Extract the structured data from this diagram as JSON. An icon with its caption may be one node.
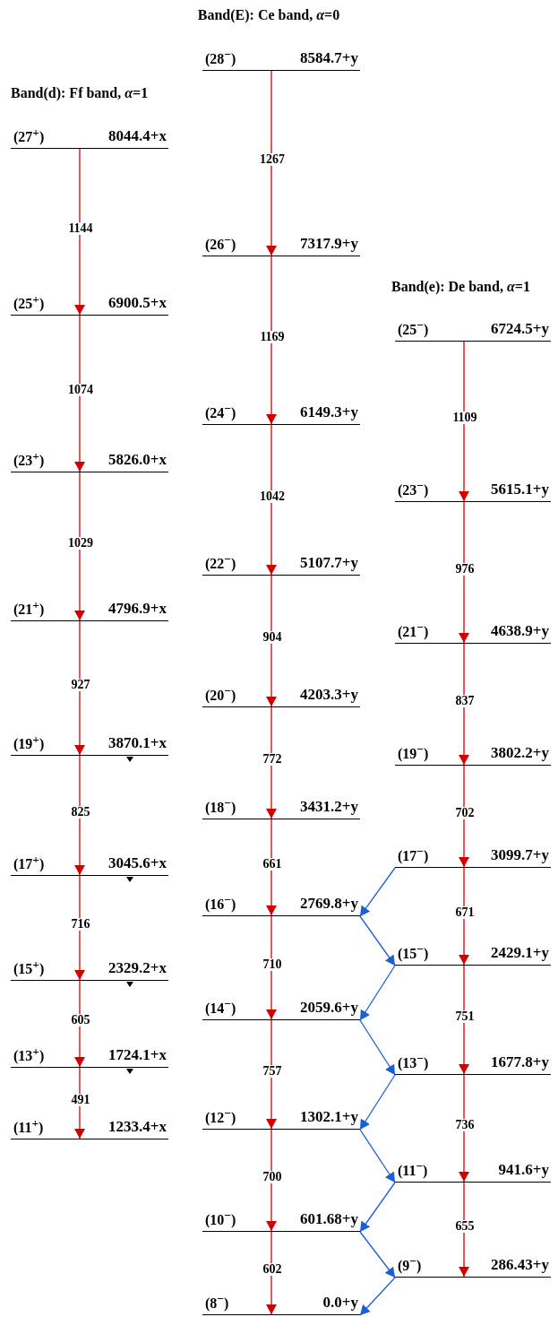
{
  "diagram": {
    "nodes": [
      {
        "text": [
          "(27$^{+}$)",
          "8044.4+x"
        ]
      },
      {
        "text": [
          "(25$^{+}$)",
          "6900.5+x"
        ]
      },
      {
        "text": [
          "(23$^{+}$)",
          "5826.0+x"
        ]
      },
      {
        "text": [
          "(21$^{+}$)",
          "4796.9+x"
        ]
      },
      {
        "text": [
          "(19$^{+}$)",
          "3870.1+x"
        ]
      },
      {
        "text": [
          "(17$^{+}$)",
          "3045.6+x"
        ]
      },
      {
        "text": [
          "(15$^{+}$)",
          "2329.2+x"
        ]
      },
      {
        "text": [
          "(13$^{+}$)",
          "1724.1+x"
        ]
      },
      {
        "text": [
          "(11$^{+}$)",
          "1233.4+x"
        ]
      },
      {
        "text": [
          "(28$^{−}$)",
          "8584.7+y"
        ]
      },
      {
        "text": [
          "(26$^{−}$)",
          "7317.9+y"
        ]
      },
      {
        "text": [
          "(24$^{−}$)",
          "6149.3+y"
        ]
      },
      {
        "text": [
          "(22$^{−}$)",
          "5107.7+y"
        ]
      },
      {
        "text": [
          "(20$^{−}$)",
          "4203.3+y"
        ]
      },
      {
        "text": [
          "(18$^{−}$)",
          "3431.2+y"
        ]
      },
      {
        "text": [
          "(16$^{−}$)",
          "2769.8+y"
        ]
      },
      {
        "text": [
          "(14$^{−}$)",
          "2059.6+y"
        ]
      },
      {
        "text": [
          "(12$^{−}$)",
          "1302.1+y"
        ]
      },
      {
        "text": [
          "(10$^{−}$)",
          "601.68+y"
        ]
      },
      {
        "text": [
          "(8$^{−}$)",
          "0.0+y"
        ]
      },
      {
        "text": [
          "(25$^{−}$)",
          "6724.5+y"
        ]
      },
      {
        "text": [
          "(23$^{−}$)",
          "5615.1+y"
        ]
      },
      {
        "text": [
          "(21$^{−}$)",
          "4638.9+y"
        ]
      },
      {
        "text": [
          "(19$^{−}$)",
          "3802.2+y"
        ]
      },
      {
        "text": [
          "(17$^{−}$)",
          "3099.7+y"
        ]
      },
      {
        "text": [
          "(15$^{−}$)",
          "2429.1+y"
        ]
      },
      {
        "text": [
          "(13$^{−}$)",
          "1677.8+y"
        ]
      },
      {
        "text": [
          "(11$^{−}$)",
          "941.6+y"
        ]
      },
      {
        "text": [
          "(9$^{−}$)",
          "286.43+y"
        ]
      }
    ],
    "edges": [
      {
        "from": 0,
        "to": 1,
        "arrow": "to",
        "label": "1144"
      },
      {
        "from": 1,
        "to": 2,
        "arrow": "to",
        "label": "1074"
      },
      {
        "from": 2,
        "to": 3,
        "arrow": "to",
        "label": "1029"
      },
      {
        "from": 3,
        "to": 4,
        "arrow": "to",
        "label": "927"
      },
      {
        "from": 4,
        "to": 5,
        "arrow": "to",
        "label": "825"
      },
      {
        "from": 5,
        "to": 6,
        "arrow": "to",
        "label": "716"
      },
      {
        "from": 6,
        "to": 7,
        "arrow": "to",
        "label": "605"
      },
      {
        "from": 7,
        "to": 8,
        "arrow": "to",
        "label": "491"
      },
      {
        "from": 9,
        "to": 10,
        "arrow": "to",
        "label": "1267"
      },
      {
        "from": 10,
        "to": 11,
        "arrow": "to",
        "label": "1169"
      },
      {
        "from": 11,
        "to": 12,
        "arrow": "to",
        "label": "1042"
      },
      {
        "from": 12,
        "to": 13,
        "arrow": "to",
        "label": "904"
      },
      {
        "from": 13,
        "to": 14,
        "arrow": "to",
        "label": "772"
      },
      {
        "from": 14,
        "to": 15,
        "arrow": "to",
        "label": "661"
      },
      {
        "from": 15,
        "to": 16,
        "arrow": "to",
        "label": "710"
      },
      {
        "from": 16,
        "to": 17,
        "arrow": "to",
        "label": "757"
      },
      {
        "from": 17,
        "to": 18,
        "arrow": "to",
        "label": "700"
      },
      {
        "from": 18,
        "to": 19,
        "arrow": "to",
        "label": "602"
      },
      {
        "from": 20,
        "to": 21,
        "arrow": "to",
        "label": "1109"
      },
      {
        "from": 21,
        "to": 22,
        "arrow": "to",
        "label": "976"
      },
      {
        "from": 22,
        "to": 23,
        "arrow": "to",
        "label": "837"
      },
      {
        "from": 23,
        "to": 24,
        "arrow": "to",
        "label": "702"
      },
      {
        "from": 24,
        "to": 25,
        "arrow": "to",
        "label": "671"
      },
      {
        "from": 25,
        "to": 26,
        "arrow": "to",
        "label": "751"
      },
      {
        "from": 26,
        "to": 27,
        "arrow": "to",
        "label": "736"
      },
      {
        "from": 27,
        "to": 28,
        "arrow": "to",
        "label": "655"
      },
      {
        "from": 24,
        "to": 15,
        "arrow": "to",
        "color": "#1a5fd6"
      },
      {
        "from": 15,
        "to": 25,
        "arrow": "to",
        "color": "#1a5fd6"
      },
      {
        "from": 25,
        "to": 16,
        "arrow": "to",
        "color": "#1a5fd6"
      },
      {
        "from": 16,
        "to": 26,
        "arrow": "to",
        "color": "#1a5fd6"
      },
      {
        "from": 26,
        "to": 17,
        "arrow": "to",
        "color": "#1a5fd6"
      },
      {
        "from": 17,
        "to": 27,
        "arrow": "to",
        "color": "#1a5fd6"
      },
      {
        "from": 27,
        "to": 18,
        "arrow": "to",
        "color": "#1a5fd6"
      },
      {
        "from": 18,
        "to": 28,
        "arrow": "to",
        "color": "#1a5fd6"
      },
      {
        "from": 28,
        "to": 19,
        "arrow": "to",
        "color": "#1a5fd6"
      }
    ],
    "labels": [
      "Band(E): Ce band, *α*=0",
      "Band(d): Ff band, *α*=1",
      "Band(e): De band, *α*=1"
    ]
  }
}
